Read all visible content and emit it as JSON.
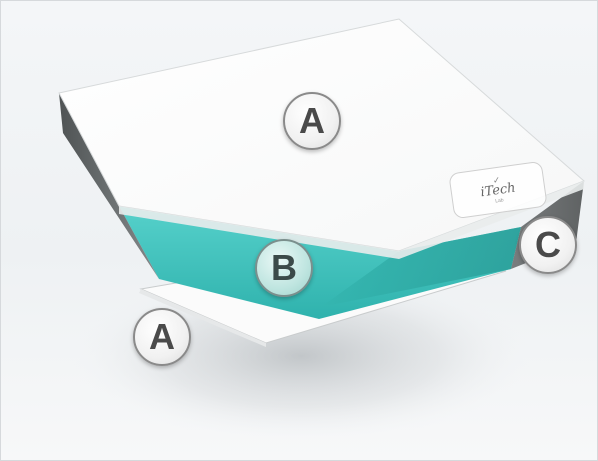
{
  "callouts": {
    "top_layer": "A",
    "middle_layer": "B",
    "side_layer": "C",
    "bottom_layer": "A"
  },
  "logo": {
    "mark": "✓",
    "word": "iTech",
    "sub": "Lab"
  },
  "colors": {
    "foam_white": "#ffffff",
    "core_teal": "#3fc3bd",
    "side_gray": "#6f7273",
    "frame_border": "#d6d9dc"
  }
}
